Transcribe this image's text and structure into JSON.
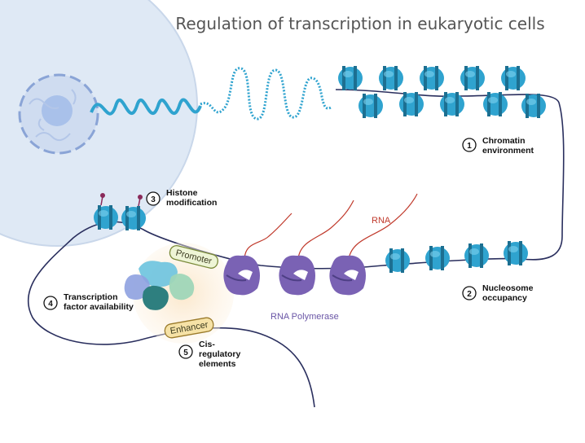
{
  "title": "Regulation of transcription in eukaryotic cells",
  "labels": {
    "chromatin": {
      "num": "1",
      "line1": "Chromatin",
      "line2": "environment"
    },
    "nucleosome": {
      "num": "2",
      "line1": "Nucleosome",
      "line2": "occupancy"
    },
    "histone": {
      "num": "3",
      "line1": "Histone",
      "line2": "modification"
    },
    "tf": {
      "num": "4",
      "line1": "Transcription",
      "line2": "factor availability"
    },
    "cis": {
      "num": "5",
      "line1": "Cis-",
      "line2": "regulatory",
      "line3": "elements"
    }
  },
  "rna_label": "RNA",
  "polymerase_label": "RNA Polymerase",
  "promoter_label": "Promoter",
  "enhancer_label": "Enhancer",
  "colors": {
    "cell": "#dfe9f5",
    "nucleus_ring": "#8aa4d6",
    "nucleosome": "#2fa3cf",
    "dna": "#2a2f5e",
    "polymerase": "#7a62b4",
    "rna": "#c0392b",
    "promoter_fill": "#eef5d6",
    "enhancer_fill": "#f6e2a6"
  }
}
